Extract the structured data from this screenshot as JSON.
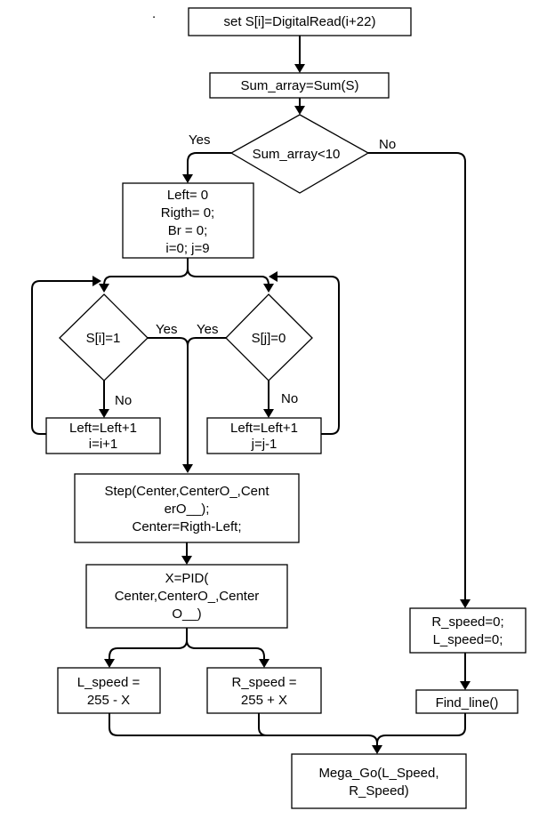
{
  "nodes": {
    "set_s": {
      "lines": [
        "set S[i]=DigitalRead(i+22)"
      ]
    },
    "sum_array": {
      "lines": [
        "Sum_array=Sum(S)"
      ]
    },
    "check_sum": {
      "lines": [
        "Sum_array<10"
      ]
    },
    "init": {
      "lines": [
        "Left= 0",
        "Rigth= 0;",
        "Br = 0;",
        "i=0; j=9"
      ]
    },
    "check_si": {
      "lines": [
        "S[i]=1"
      ]
    },
    "check_sj": {
      "lines": [
        "S[j]=0"
      ]
    },
    "left_inc": {
      "lines": [
        "Left=Left+1",
        "i=i+1"
      ]
    },
    "right_inc": {
      "lines": [
        "Left=Left+1",
        "j=j-1"
      ]
    },
    "step": {
      "lines": [
        "Step(Center,CenterO_,Cent",
        "erO__);",
        "Center=Rigth-Left;"
      ]
    },
    "pid": {
      "lines": [
        "X=PID(",
        "Center,CenterO_,Center",
        "O__)"
      ]
    },
    "l_speed": {
      "lines": [
        "L_speed =",
        "255 - X"
      ]
    },
    "r_speed": {
      "lines": [
        "R_speed =",
        "255 + X"
      ]
    },
    "stop": {
      "lines": [
        "R_speed=0;",
        "L_speed=0;"
      ]
    },
    "find_line": {
      "lines": [
        "Find_line()"
      ]
    },
    "mega_go": {
      "lines": [
        "Mega_Go(L_Speed,",
        "R_Speed)"
      ]
    }
  },
  "edge_labels": {
    "sum_yes": "Yes",
    "sum_no": "No",
    "si_yes": "Yes",
    "si_no": "No",
    "sj_yes": "Yes",
    "sj_no": "No"
  },
  "marks": {
    "dot": "."
  }
}
